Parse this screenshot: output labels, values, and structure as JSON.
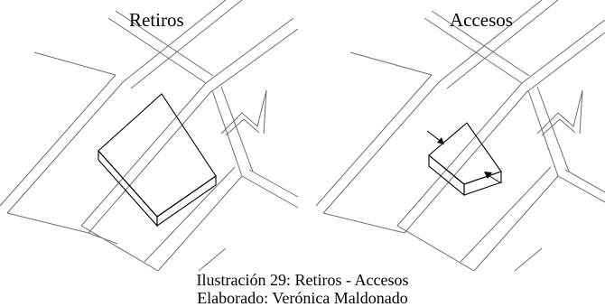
{
  "panels": [
    {
      "title": "Retiros"
    },
    {
      "title": "Accesos"
    }
  ],
  "caption": {
    "line1": "Ilustración 29: Retiros - Accesos",
    "line2": "Elaborado: Verónica Maldonado"
  },
  "colors": {
    "building_top": "#8c8c8c",
    "building_side": "#7a7a7a",
    "streets": "#6e6e6e"
  }
}
